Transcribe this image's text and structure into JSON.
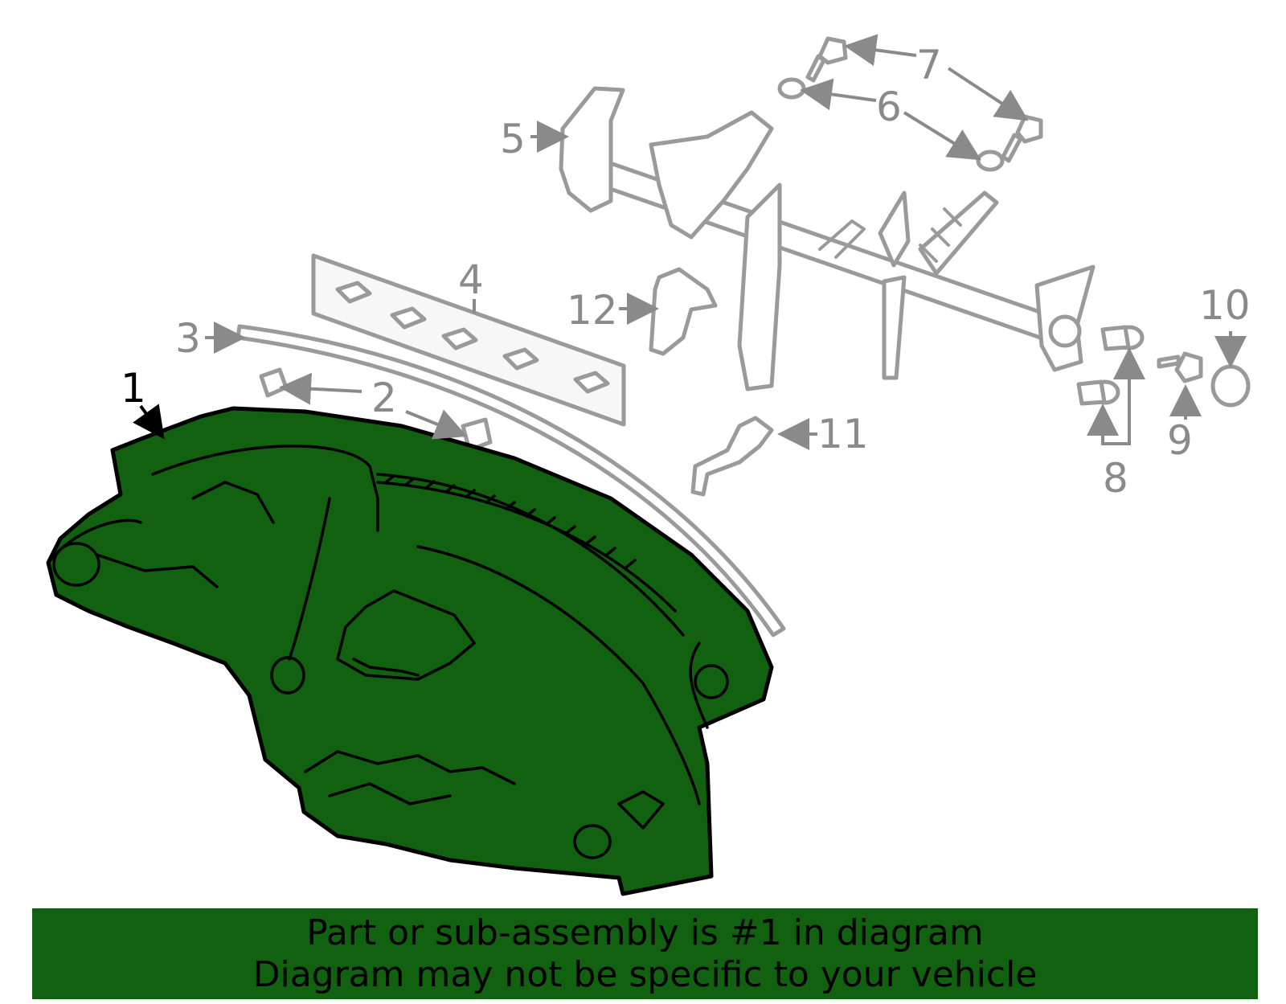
{
  "diagram": {
    "highlight_color": "#116111",
    "callouts": [
      {
        "id": "1",
        "label": "1"
      },
      {
        "id": "2",
        "label": "2"
      },
      {
        "id": "3",
        "label": "3"
      },
      {
        "id": "4",
        "label": "4"
      },
      {
        "id": "5",
        "label": "5"
      },
      {
        "id": "6",
        "label": "6"
      },
      {
        "id": "7",
        "label": "7"
      },
      {
        "id": "8",
        "label": "8"
      },
      {
        "id": "9",
        "label": "9"
      },
      {
        "id": "10",
        "label": "10"
      },
      {
        "id": "11",
        "label": "11"
      },
      {
        "id": "12",
        "label": "12"
      }
    ]
  },
  "banner": {
    "line1": "Part or sub-assembly is #1 in diagram",
    "line2": "Diagram may not be specific to your vehicle"
  }
}
